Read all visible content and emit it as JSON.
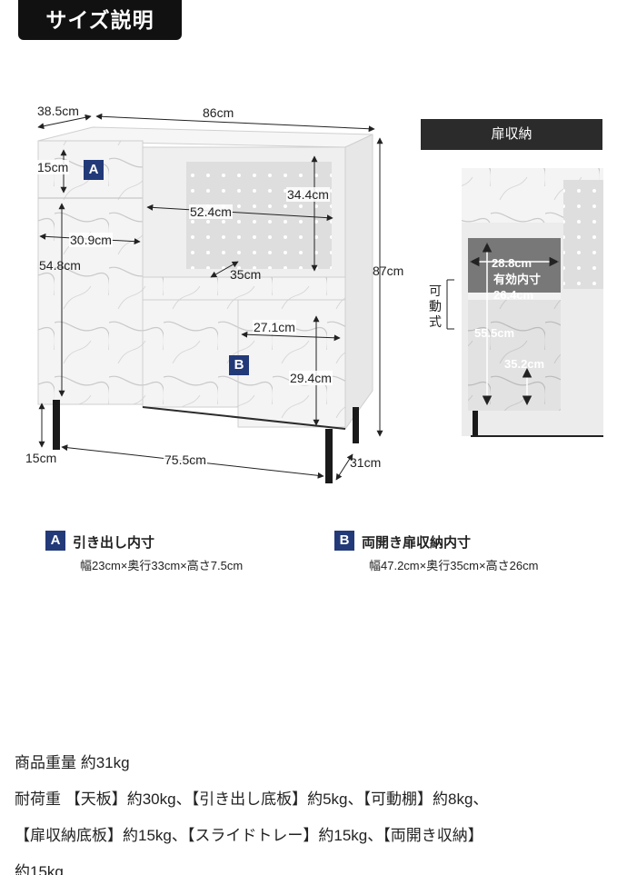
{
  "header": {
    "title": "サイズ説明"
  },
  "dimensions": {
    "depth": "38.5cm",
    "width": "86cm",
    "height": "87cm",
    "drawer_height": "15cm",
    "open_shelf_height": "34.4cm",
    "open_shelf_width": "52.4cm",
    "cabinet_width": "30.9cm",
    "cabinet_height": "54.8cm",
    "tray_depth": "35cm",
    "door_width": "27.1cm",
    "door_height": "29.4cm",
    "leg_height": "15cm",
    "leg_span": "75.5cm",
    "side_depth": "31cm"
  },
  "badges": {
    "a": "A",
    "b": "B"
  },
  "inset": {
    "title": "扉収納",
    "adjustable_label": "可動式",
    "inner_width": "28.8cm",
    "effective_label": "有効内寸",
    "effective_value": "26.4cm",
    "inner_height": "55.5cm",
    "shelf_height": "35.2cm"
  },
  "specs": [
    {
      "badge": "A",
      "title": "引き出し内寸",
      "detail": "幅23cm×奥行33cm×高さ7.5cm"
    },
    {
      "badge": "B",
      "title": "両開き扉収納内寸",
      "detail": "幅47.2cm×奥行35cm×高さ26cm"
    }
  ],
  "notes": {
    "weight": "商品重量 約31kg",
    "load_line1": "耐荷重 【天板】約30kg、【引き出し底板】約5kg、【可動棚】約8kg、",
    "load_line2": "【扉収納底板】約15kg、【スライドトレー】約15kg、【両開き収納】",
    "load_line3": "約15kg"
  },
  "colors": {
    "badge": "#233a78",
    "header": "#111111",
    "inset_title": "#2b2b2b",
    "legs": "#1a1a1a"
  }
}
